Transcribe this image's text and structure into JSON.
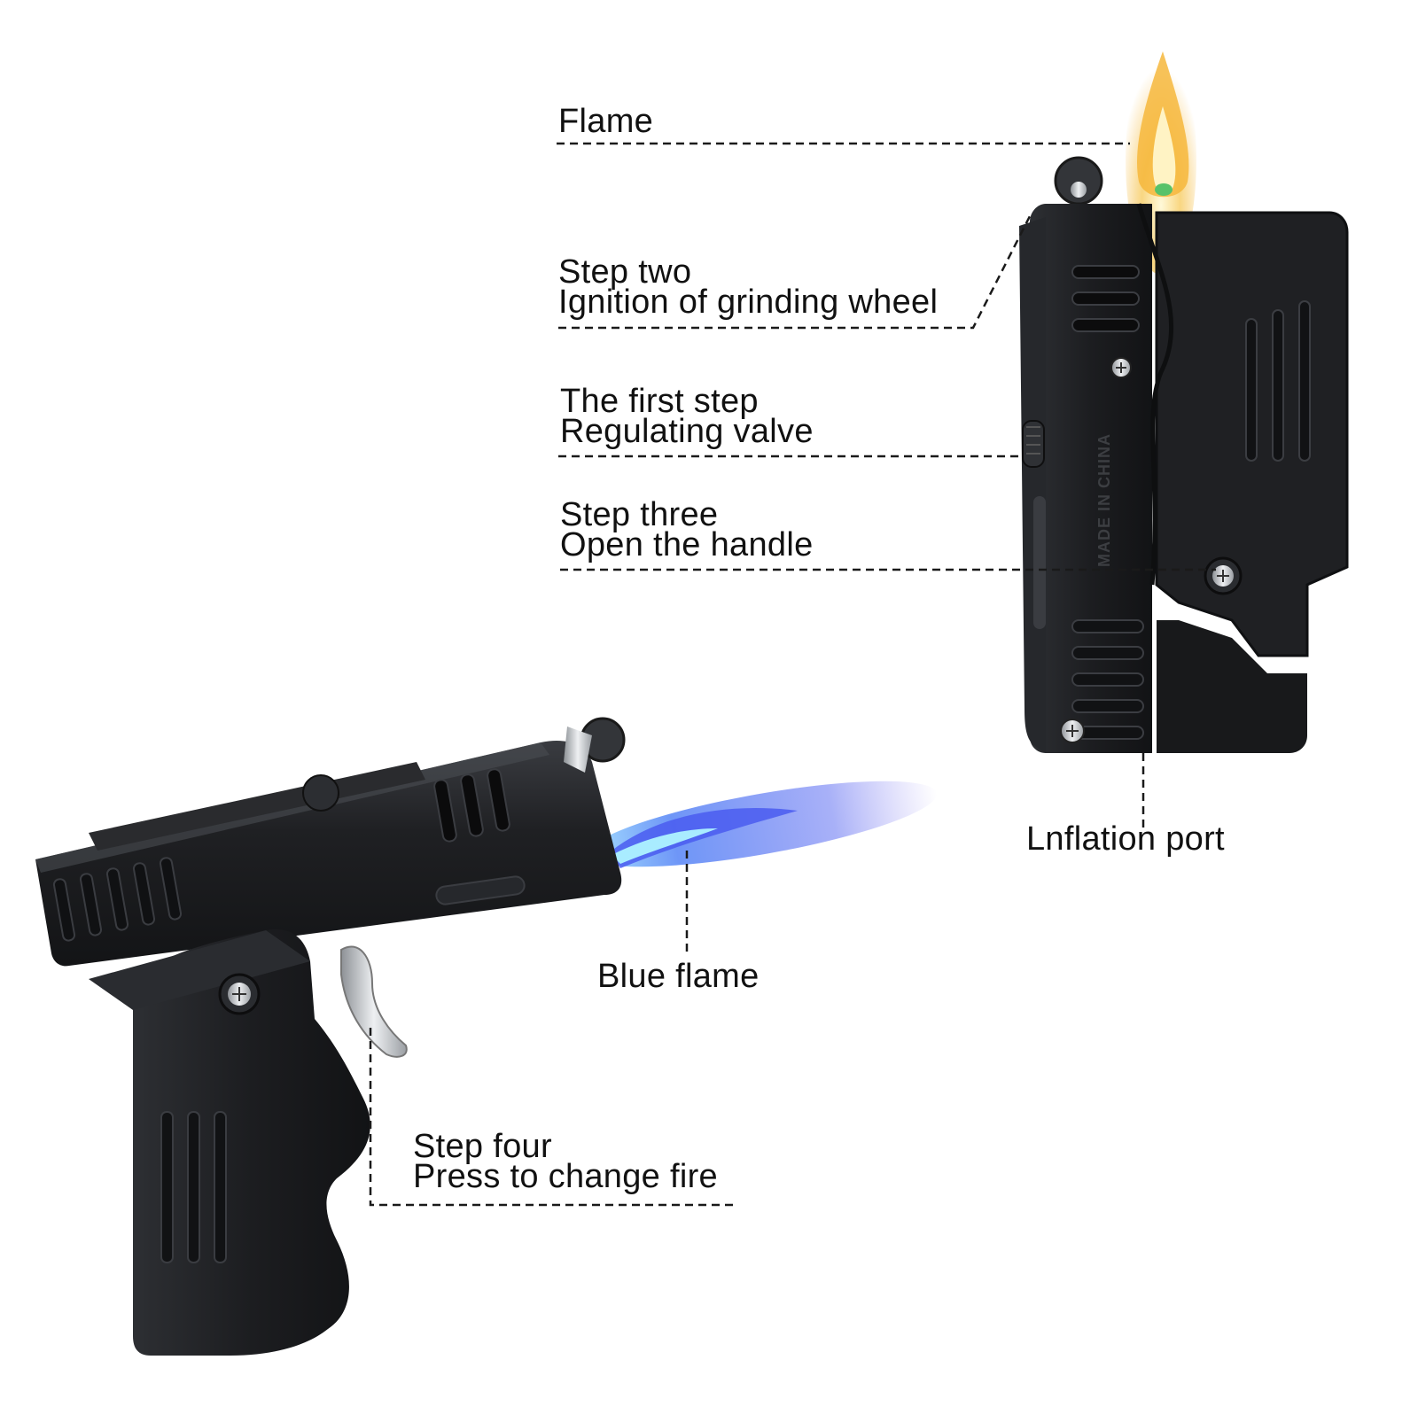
{
  "labels": {
    "flame": "Flame",
    "step_two": [
      "Step two",
      "Ignition of grinding wheel"
    ],
    "first_step": [
      "The first step",
      "Regulating valve"
    ],
    "step_three": [
      "Step three",
      "Open the handle"
    ],
    "inflation_port": "Lnflation port",
    "blue_flame": "Blue flame",
    "step_four": [
      "Step four",
      "Press to change fire"
    ]
  },
  "device_text": {
    "made_in": "MADE IN CHINA"
  },
  "colors": {
    "body": "#1c1d20",
    "body_highlight": "#3a3c41",
    "leader_line": "#1a1a1a",
    "yellow_flame": "#f6b73c",
    "blue_flame": "#4a5cf0",
    "chrome": "#c9ccd1"
  }
}
